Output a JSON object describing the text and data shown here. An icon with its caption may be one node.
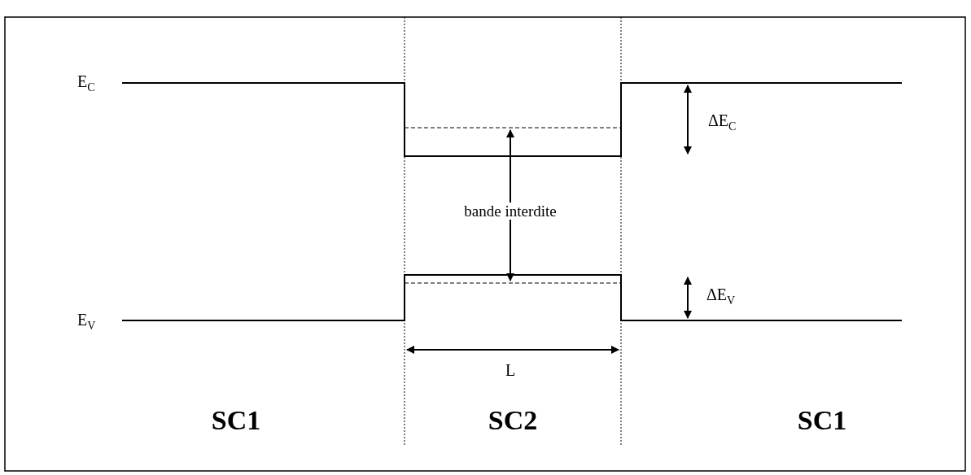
{
  "diagram": {
    "labels": [
      "E$_{C}$",
      "ΔE$_{C}$",
      "bande interdite",
      "ΔE$_{V}$",
      "E$_{V}$",
      "L",
      "SC1",
      "SC2",
      "SC1"
    ]
  }
}
